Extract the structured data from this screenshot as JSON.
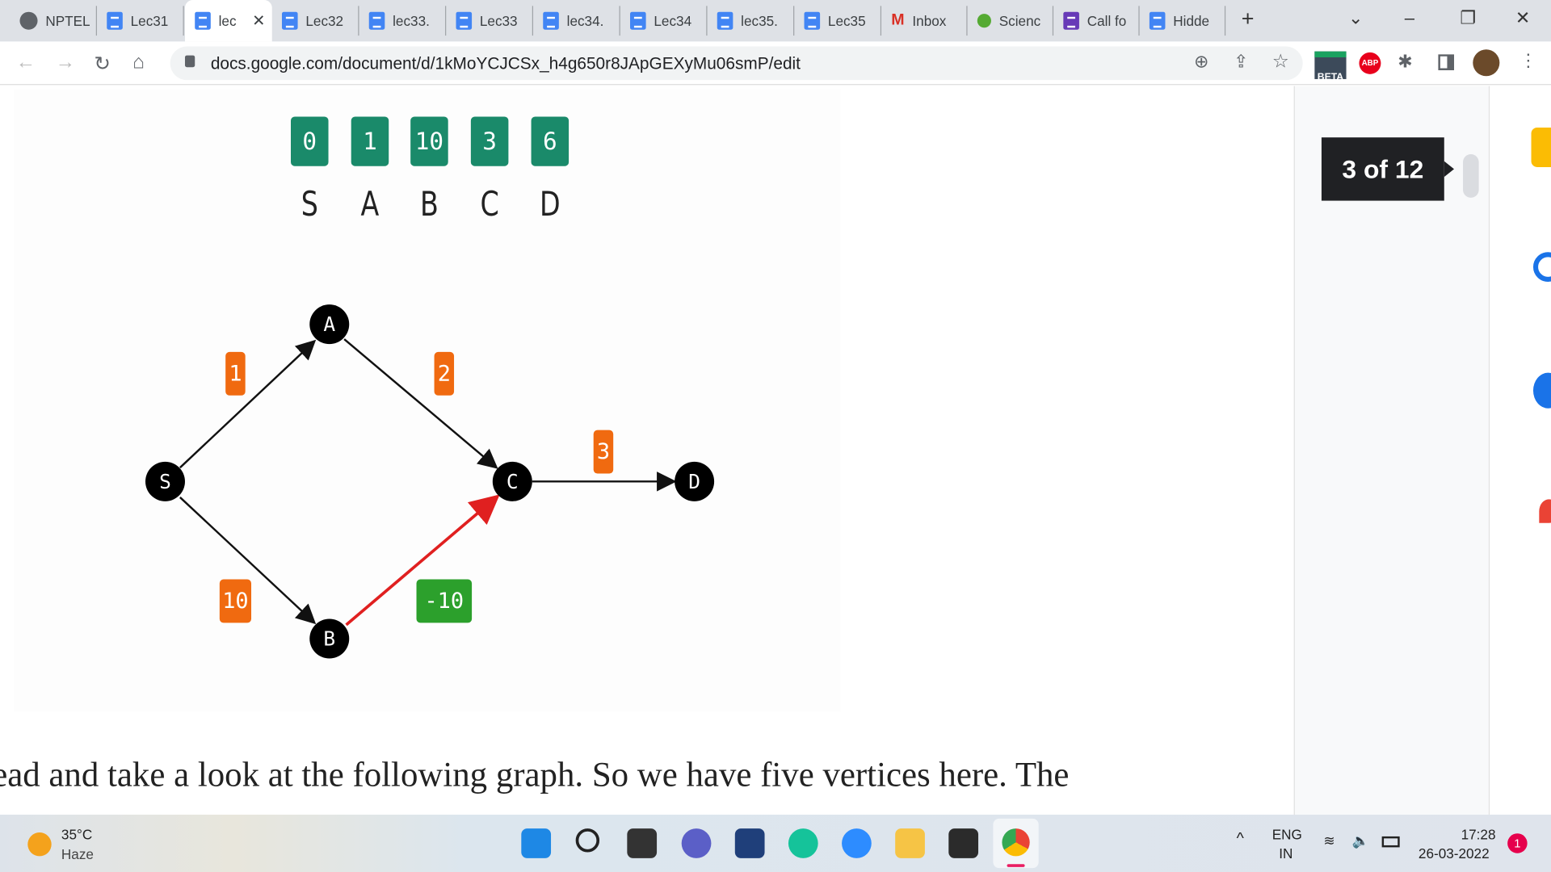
{
  "browser": {
    "tabs": [
      {
        "label": "NPTEL",
        "icon": "globe-icon"
      },
      {
        "label": "Lec31",
        "icon": "docs-icon"
      },
      {
        "label": "lec",
        "icon": "docs-icon",
        "active": true
      },
      {
        "label": "Lec32",
        "icon": "docs-icon"
      },
      {
        "label": "lec33.",
        "icon": "docs-icon"
      },
      {
        "label": "Lec33",
        "icon": "docs-icon"
      },
      {
        "label": "lec34.",
        "icon": "docs-icon"
      },
      {
        "label": "Lec34",
        "icon": "docs-icon"
      },
      {
        "label": "lec35.",
        "icon": "docs-icon"
      },
      {
        "label": "Lec35",
        "icon": "docs-icon"
      },
      {
        "label": "Inbox",
        "icon": "gmail-icon"
      },
      {
        "label": "Scienc",
        "icon": "science-icon"
      },
      {
        "label": "Call fo",
        "icon": "forms-icon"
      },
      {
        "label": "Hidde",
        "icon": "docs-icon"
      }
    ],
    "url": "docs.google.com/document/d/1kMoYCJCSx_h4g650r8JApGEXyMu06smP/edit",
    "beta_label": "BETA",
    "abp_label": "ABP"
  },
  "doc": {
    "distances": [
      {
        "value": "0",
        "vertex": "S"
      },
      {
        "value": "1",
        "vertex": "A"
      },
      {
        "value": "10",
        "vertex": "B"
      },
      {
        "value": "3",
        "vertex": "C"
      },
      {
        "value": "6",
        "vertex": "D"
      }
    ],
    "nodes": {
      "S": "S",
      "A": "A",
      "B": "B",
      "C": "C",
      "D": "D"
    },
    "edges": [
      {
        "from": "S",
        "to": "A",
        "weight": "1"
      },
      {
        "from": "A",
        "to": "C",
        "weight": "2"
      },
      {
        "from": "C",
        "to": "D",
        "weight": "3"
      },
      {
        "from": "S",
        "to": "B",
        "weight": "10"
      },
      {
        "from": "B",
        "to": "C",
        "weight": "-10"
      }
    ],
    "body_text": "ead and take a look at the following graph. So we have five vertices here. The",
    "page_counter": "3 of 12"
  },
  "colors": {
    "teal": "#1a8a6a",
    "orange": "#f06a10",
    "green": "#2ca02c",
    "red": "#e02020"
  },
  "taskbar": {
    "temp": "35°C",
    "weather": "Haze",
    "lang": "ENG",
    "region": "IN",
    "time": "17:28",
    "date": "26-03-2022",
    "notif_count": "1"
  }
}
